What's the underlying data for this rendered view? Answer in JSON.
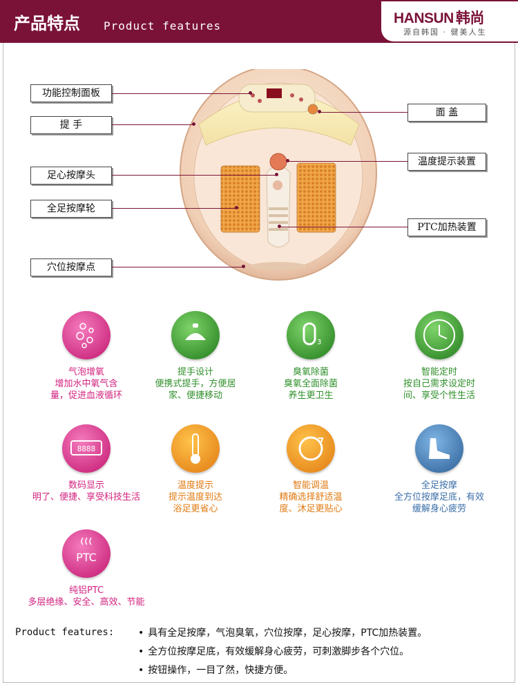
{
  "header": {
    "title": "产品特点",
    "subtitle": "Product features",
    "logo": "HANSUN",
    "logo_cn": "韩尚",
    "tagline": "源自韩国 · 健美人生"
  },
  "callouts": {
    "left": [
      "功能控制面板",
      "提  手",
      "足心按摩头",
      "全足按摩轮",
      "穴位按摩点"
    ],
    "right": [
      "面  盖",
      "温度提示装置",
      "PTC加热装置"
    ]
  },
  "features": [
    {
      "title": "气泡增氧",
      "desc": [
        "增加水中氧气含",
        "量，促进血液循环"
      ],
      "color": "#d2227f",
      "icon": "bubbles-icon"
    },
    {
      "title": "提手设计",
      "desc": [
        "便携式提手，方便居",
        "家、便捷移动"
      ],
      "color": "#2f8f2a",
      "icon": "handle-icon"
    },
    {
      "title": "臭氧除菌",
      "desc": [
        "臭氧全面除菌",
        "养生更卫生"
      ],
      "color": "#2f8f2a",
      "icon": "ozone-icon",
      "icon_text": "O3"
    },
    {
      "title": "智能定时",
      "desc": [
        "按自己需求设定时",
        "间、享受个性生活"
      ],
      "color": "#2f8f2a",
      "icon": "clock-icon"
    },
    {
      "title": "数码显示",
      "desc": [
        "明了、便捷、享受科技生活"
      ],
      "color": "#d2227f",
      "icon": "digital-display-icon",
      "icon_text": "8888"
    },
    {
      "title": "温度提示",
      "desc": [
        "提示温度到达",
        "浴足更省心"
      ],
      "color": "#e07a12",
      "icon": "thermometer-icon"
    },
    {
      "title": "智能调温",
      "desc": [
        "精确选择舒适温",
        "度、沐足更贴心"
      ],
      "color": "#e07a12",
      "icon": "temp-adjust-icon"
    },
    {
      "title": "全足按摩",
      "desc": [
        "全方位按摩足底，有效",
        "缓解身心疲劳"
      ],
      "color": "#3a6ea8",
      "icon": "foot-icon"
    },
    {
      "title": "纯铝PTC",
      "desc": [
        "多层绝缘、安全、高效、节能"
      ],
      "color": "#d2227f",
      "icon": "ptc-icon",
      "icon_text": "PTC"
    }
  ],
  "product_features": {
    "label": "Product features:",
    "items": [
      "具有全足按摩，气泡臭氧，穴位按摩，足心按摩，PTC加热装置。",
      "全方位按摩足底，有效缓解身心疲劳，可刺激脚步各个穴位。",
      "按钮操作，一目了然，快捷方便。"
    ]
  }
}
